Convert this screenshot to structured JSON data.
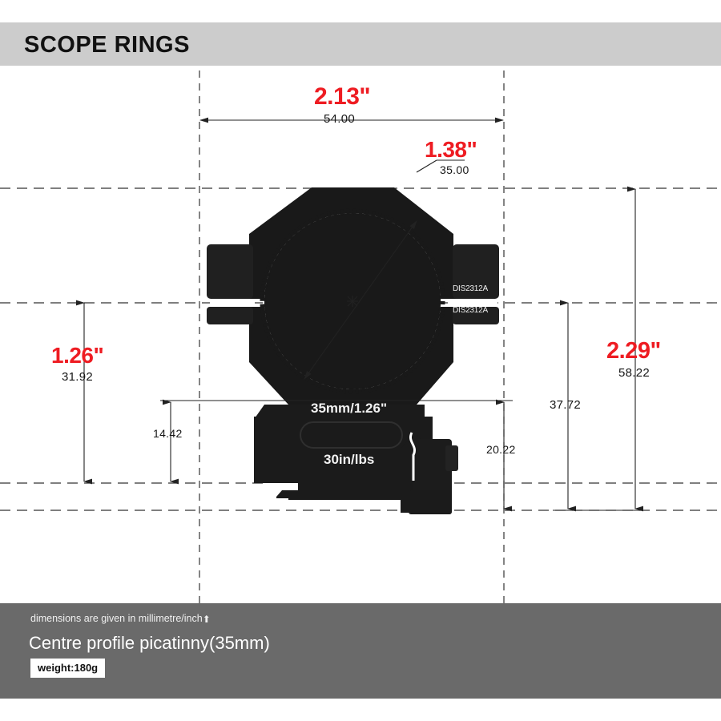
{
  "header": {
    "title": "SCOPE RINGS",
    "bar_color": "#cccccc"
  },
  "colors": {
    "accent_red": "#ee1c22",
    "body_black": "#1a1a1a",
    "footer_gray": "#6a6a6a",
    "header_gray": "#cccccc",
    "line_black": "#222222"
  },
  "dimensions": {
    "width_inch": "2.13\"",
    "width_mm": "54.00",
    "bore_inch": "1.38\"",
    "bore_mm": "35.00",
    "ring_height_inch": "1.26\"",
    "ring_height_mm": "31.92",
    "total_height_inch": "2.29\"",
    "total_height_mm": "58.22",
    "base_height_mm": "14.42",
    "clamp_height_mm": "20.22",
    "upper_height_mm": "37.72"
  },
  "engravings": {
    "ring_size": "35mm/1.26\"",
    "torque": "30in/lbs"
  },
  "part_labels": {
    "upper": "DIS2312A",
    "lower": "DIS2312A"
  },
  "footer": {
    "note": "dimensions are given in millimetre/inch",
    "note_arrow": "⬆",
    "product_name": "Centre profile picatinny(35mm)",
    "weight": "weight:180g"
  }
}
